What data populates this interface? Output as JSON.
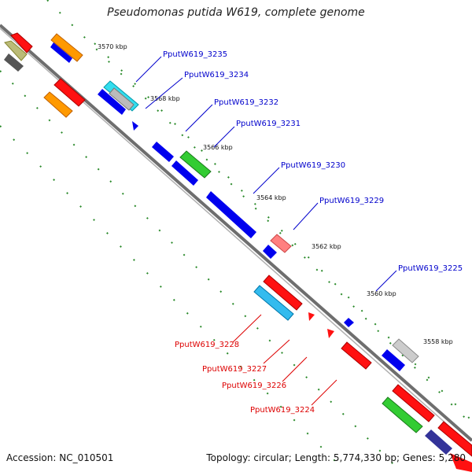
{
  "title": "Pseudomonas putida W619, complete genome",
  "accession_text": "Accession: NC_010501",
  "summary_text": "Topology: circular; Length: 5,774,330 bp; Genes: 5,280",
  "colors": {
    "backbone": "#808080",
    "forward_label": "#0000cc",
    "reverse_label": "#dd0000",
    "tick": "#2a8a2a"
  },
  "scale_labels": [
    "3570 kbp",
    "3568 kbp",
    "3566 kbp",
    "3564 kbp",
    "3562 kbp",
    "3560 kbp",
    "3558 kbp"
  ],
  "forward_genes": [
    "PputW619_3235",
    "PputW619_3234",
    "PputW619_3232",
    "PputW619_3231",
    "PputW619_3230",
    "PputW619_3229",
    "PputW619_3225"
  ],
  "reverse_genes": [
    "PputW619_3228",
    "PputW619_3227",
    "PputW619_3226",
    "PputW619_3224"
  ]
}
